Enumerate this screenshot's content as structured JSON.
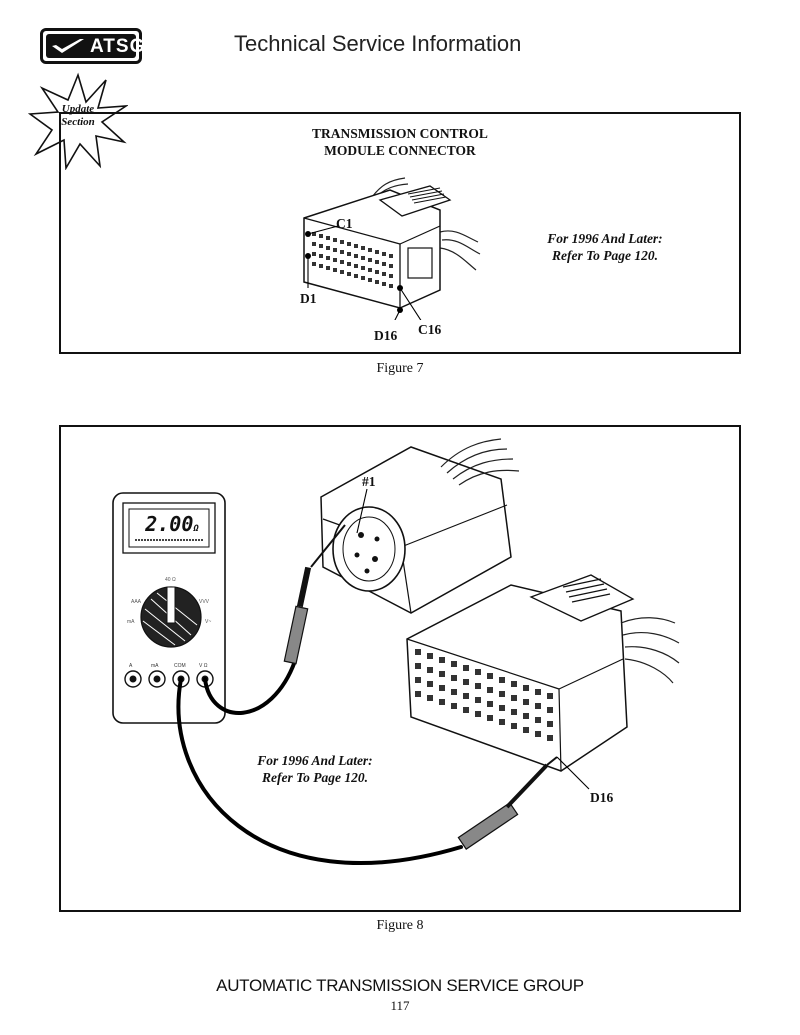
{
  "header": {
    "logo_text": "ATSG",
    "title": "Technical Service Information"
  },
  "badge": {
    "line1": "Update",
    "line2": "Section"
  },
  "figure7": {
    "title_line1": "TRANSMISSION CONTROL",
    "title_line2": "MODULE CONNECTOR",
    "note_line1": "For 1996 And Later:",
    "note_line2": "Refer To Page 120.",
    "pin_labels": {
      "c1": "C1",
      "d1": "D1",
      "d16": "D16",
      "c16": "C16"
    },
    "caption": "Figure 7"
  },
  "figure8": {
    "meter_reading": "2.00",
    "meter_unit": "Ω",
    "pin_label_1": "#1",
    "pin_label_d16": "D16",
    "note_line1": "For 1996 And Later:",
    "note_line2": "Refer To Page 120.",
    "caption": "Figure 8"
  },
  "footer": {
    "title": "AUTOMATIC TRANSMISSION SERVICE GROUP",
    "page_number": "117"
  }
}
